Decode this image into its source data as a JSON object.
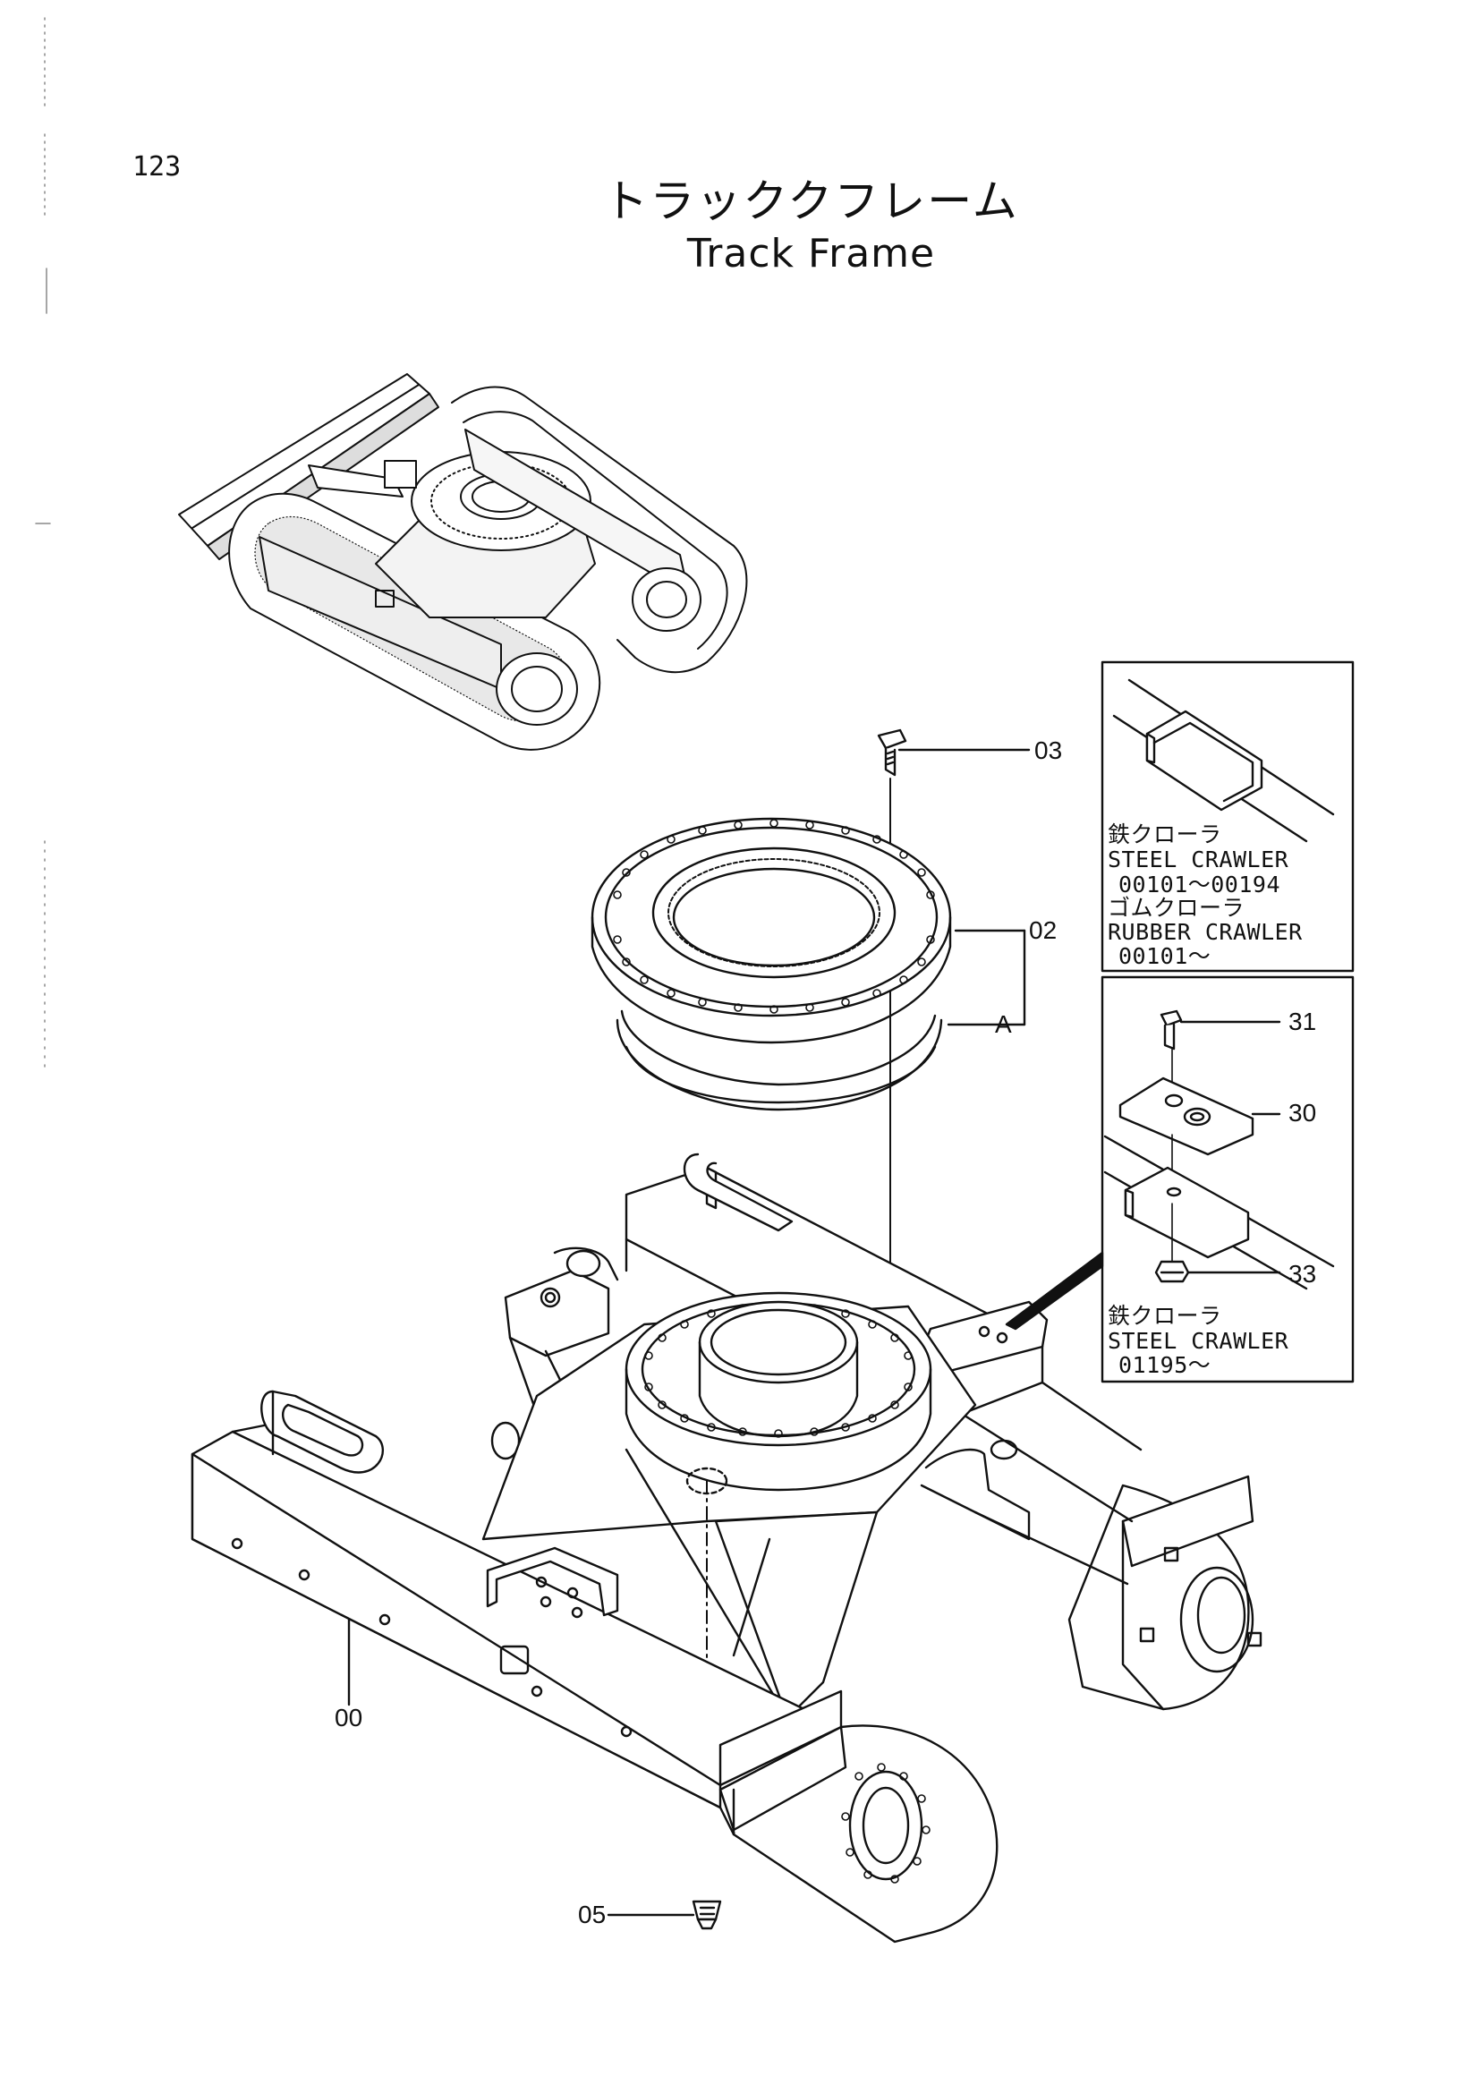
{
  "page_number": "123",
  "title": {
    "japanese": "トラッククフレーム",
    "english": "Track Frame"
  },
  "callouts": {
    "p00": "00",
    "p02": "02",
    "p03": "03",
    "p05": "05",
    "p30": "30",
    "p31": "31",
    "p33": "33",
    "pA": "A"
  },
  "inset_top": {
    "line1": "鉄クローラ",
    "line2": "STEEL CRAWLER",
    "line3": "00101～00194",
    "line4": "ゴムクローラ",
    "line5": "RUBBER CRAWLER",
    "line6": "00101～"
  },
  "inset_bottom": {
    "line1": "鉄クローラ",
    "line2": "STEEL CRAWLER",
    "line3": "01195～"
  }
}
